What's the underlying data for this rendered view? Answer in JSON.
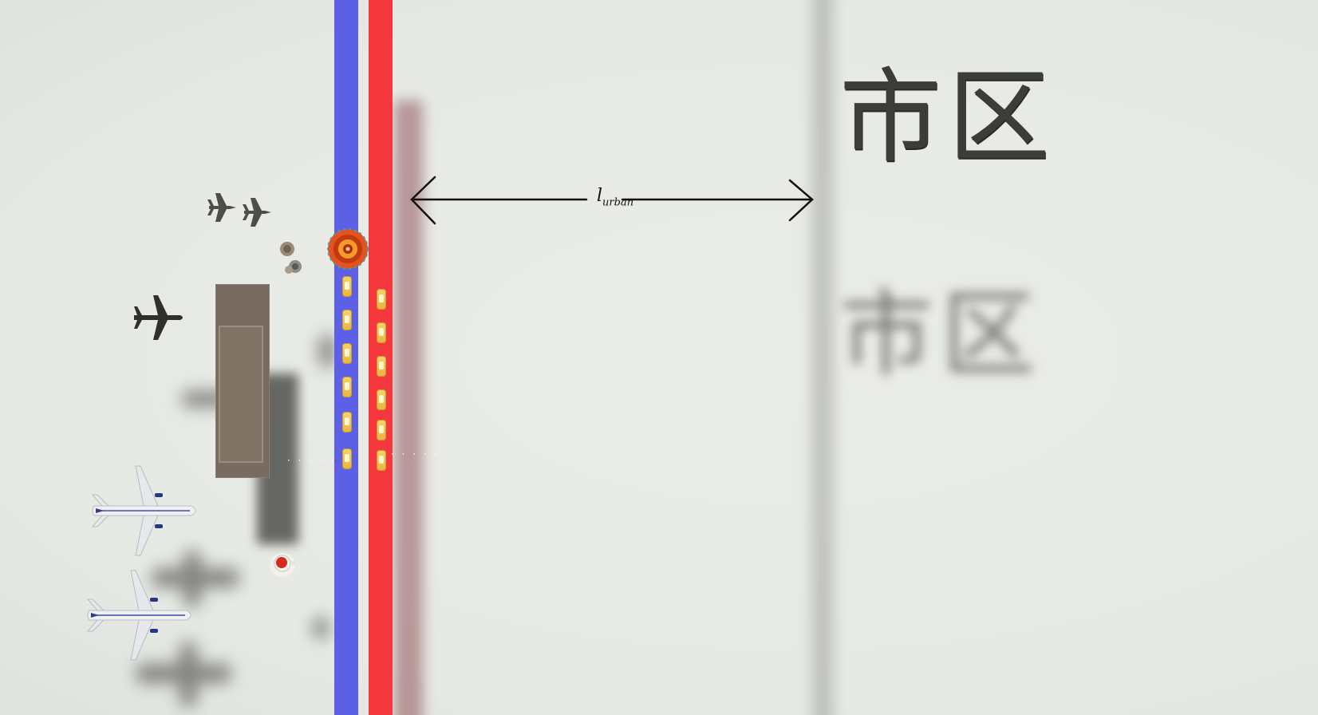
{
  "labels": {
    "city": "市区",
    "distance_main": "l",
    "distance_sub": "urban"
  },
  "colors": {
    "background": "#e7eae5",
    "lane_departure": "#5b60e6",
    "lane_arrival": "#f5373e",
    "terminal": "#786c60",
    "car": "#f3d56a",
    "text": "#3c3c3a"
  },
  "icons": {
    "fighter_jets": "fighter-jet-icon",
    "airplane_small": "airplane-icon",
    "airliners": "airliner-icon",
    "hot_air_balloon": "balloon-icon",
    "coffee": "coffee-cup-icon",
    "people": "person-icon",
    "taxi": "car-icon"
  }
}
